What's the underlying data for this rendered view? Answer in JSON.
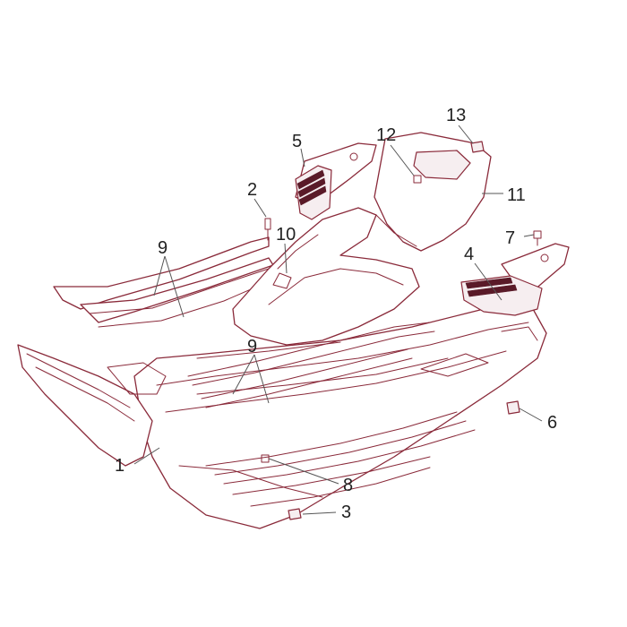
{
  "callouts": [
    {
      "id": "c1",
      "label": "1"
    },
    {
      "id": "c2",
      "label": "2"
    },
    {
      "id": "c3",
      "label": "3"
    },
    {
      "id": "c4",
      "label": "4"
    },
    {
      "id": "c5",
      "label": "5"
    },
    {
      "id": "c6",
      "label": "6"
    },
    {
      "id": "c7",
      "label": "7"
    },
    {
      "id": "c8",
      "label": "8"
    },
    {
      "id": "c9a",
      "label": "9"
    },
    {
      "id": "c9b",
      "label": "9"
    },
    {
      "id": "c10",
      "label": "10"
    },
    {
      "id": "c11",
      "label": "11"
    },
    {
      "id": "c12",
      "label": "12"
    },
    {
      "id": "c13",
      "label": "13"
    }
  ],
  "colors": {
    "linework": "#8a2a3a",
    "grip": "#5a1a28",
    "text": "#222222",
    "leader": "#555555"
  }
}
